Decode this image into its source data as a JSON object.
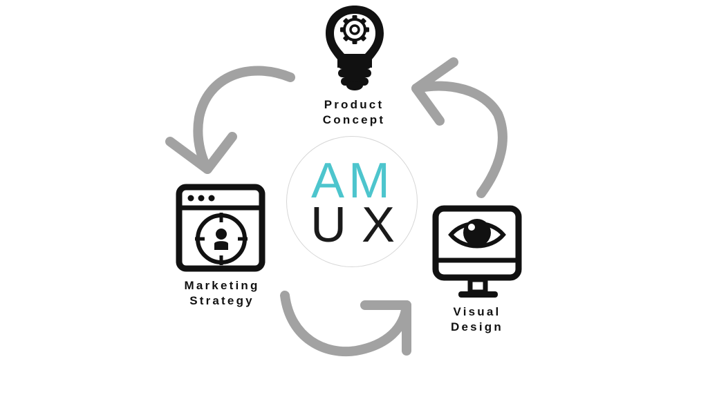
{
  "colors": {
    "arrow": "#a2a2a2",
    "icon": "#111111",
    "logo_accent": "#4dc5cd",
    "logo_dark": "#1a1a1a"
  },
  "logo": {
    "top": "AM",
    "bottom": "UX"
  },
  "nodes": [
    {
      "id": "product-concept",
      "icon": "lightbulb-gear-icon",
      "lines": [
        "Product",
        "Concept"
      ]
    },
    {
      "id": "visual-design",
      "icon": "monitor-eye-icon",
      "lines": [
        "Visual",
        "Design"
      ]
    },
    {
      "id": "marketing-strategy",
      "icon": "browser-target-icon",
      "lines": [
        "Marketing",
        "Strategy"
      ]
    }
  ]
}
